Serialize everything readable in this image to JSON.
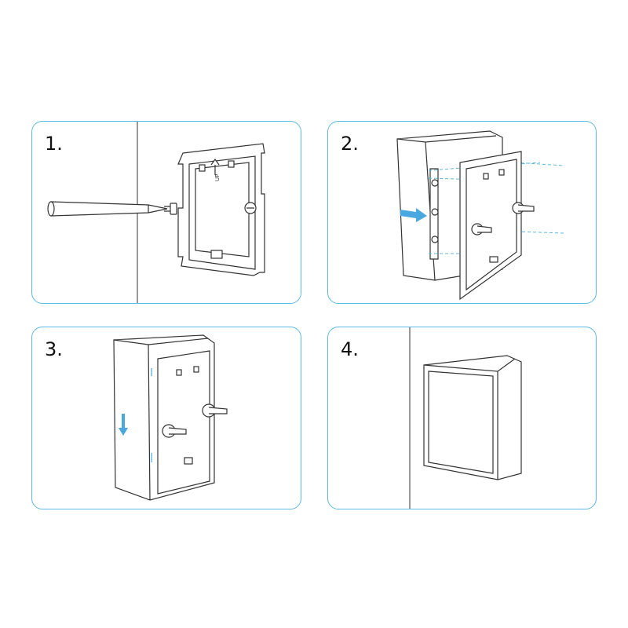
{
  "steps": [
    {
      "number": "1.",
      "name": "mount-plate-to-wall"
    },
    {
      "number": "2.",
      "name": "attach-device-to-plate"
    },
    {
      "number": "3.",
      "name": "slide-device-down"
    },
    {
      "number": "4.",
      "name": "mounted-device"
    }
  ],
  "plate_label": "UP",
  "colors": {
    "frame": "#5cb8e6",
    "line": "#333333",
    "arrow": "#4aa8e0"
  },
  "icons": [
    "screwdriver-icon",
    "screw-icon",
    "arrow-right-icon",
    "arrow-down-icon"
  ]
}
